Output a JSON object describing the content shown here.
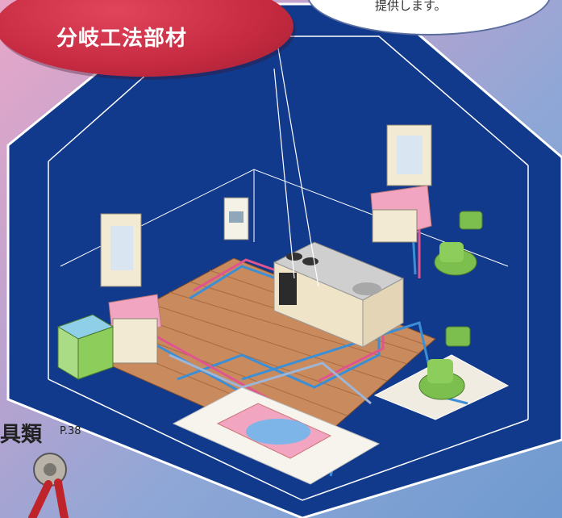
{
  "title_badge": {
    "label": "分岐工法部材"
  },
  "speech_bubble": {
    "text": "提供します。"
  },
  "tools": {
    "label": "具類",
    "page_ref": "P.38"
  },
  "colors": {
    "house_navy": "#123a8c",
    "house_outline": "#ffffff",
    "floor_wood": "#c98a5e",
    "pipe_blue": "#3a8fd6",
    "pipe_pink": "#e0558f",
    "fixture_green": "#7cbf4e",
    "fixture_pink": "#f2a5c0",
    "badge_red": "#c52a40"
  },
  "icons": [
    "water-heater-icon",
    "kitchen-icon",
    "toilet-icon",
    "vanity-icon",
    "bathtub-icon",
    "washing-machine-icon",
    "pipe-cutter-icon"
  ]
}
